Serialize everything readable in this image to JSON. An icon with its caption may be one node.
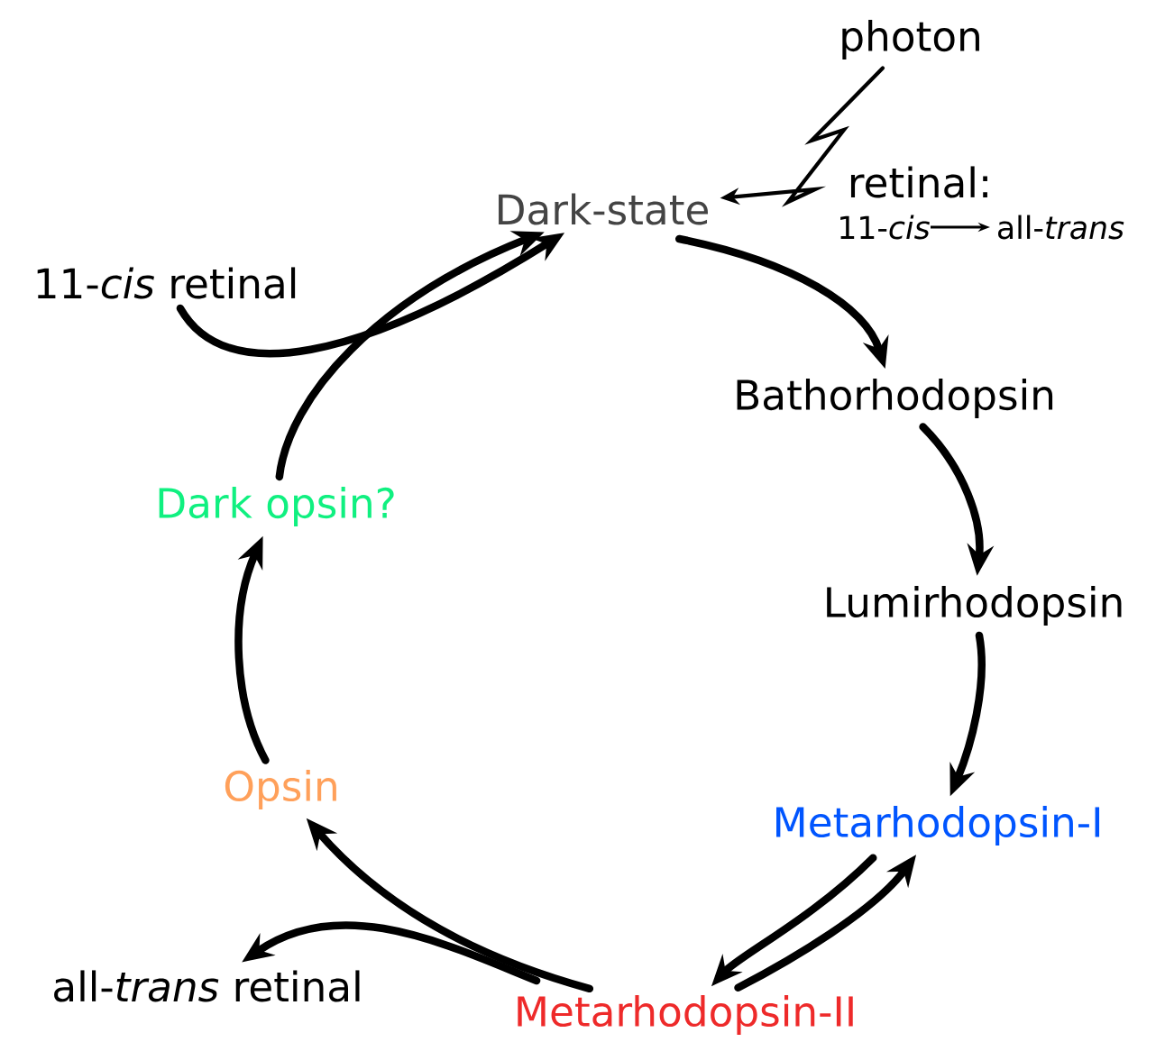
{
  "diagram": {
    "nodes": [
      {
        "text": [
          "photon"
        ]
      },
      {
        "text": [
          "Dark-state"
        ]
      },
      {
        "text": [
          "Bathorhodopsin"
        ]
      },
      {
        "text": [
          "Lumirhodopsin"
        ]
      },
      {
        "text": [
          "Metarhodopsin-I"
        ]
      },
      {
        "text": [
          "Metarhodopsin-II"
        ]
      },
      {
        "text": [
          "Opsin"
        ]
      },
      {
        "text": [
          "Dark opsin?"
        ]
      },
      {
        "text": [
          "11-*cis* retinal"
        ]
      },
      {
        "text": [
          "all-*trans* retinal"
        ]
      }
    ],
    "edges": [
      {
        "from": 0,
        "to": 1,
        "arrow": "to"
      },
      {
        "from": 1,
        "to": 2,
        "arrow": "to"
      },
      {
        "from": 2,
        "to": 3,
        "arrow": "to"
      },
      {
        "from": 3,
        "to": 4,
        "arrow": "to"
      },
      {
        "from": 4,
        "to": 5,
        "arrow": "to"
      },
      {
        "from": 5,
        "to": 4,
        "arrow": "to"
      },
      {
        "from": 5,
        "to": 6,
        "arrow": "to"
      },
      {
        "from": 6,
        "to": 7,
        "arrow": "to"
      },
      {
        "from": 7,
        "to": 1,
        "arrow": "to"
      },
      {
        "from": 8,
        "to": 1,
        "arrow": "to"
      },
      {
        "from": 5,
        "to": 9,
        "arrow": "to"
      }
    ],
    "labels": [
      "retinal:",
      "11-*cis*",
      "all-*trans*"
    ]
  }
}
